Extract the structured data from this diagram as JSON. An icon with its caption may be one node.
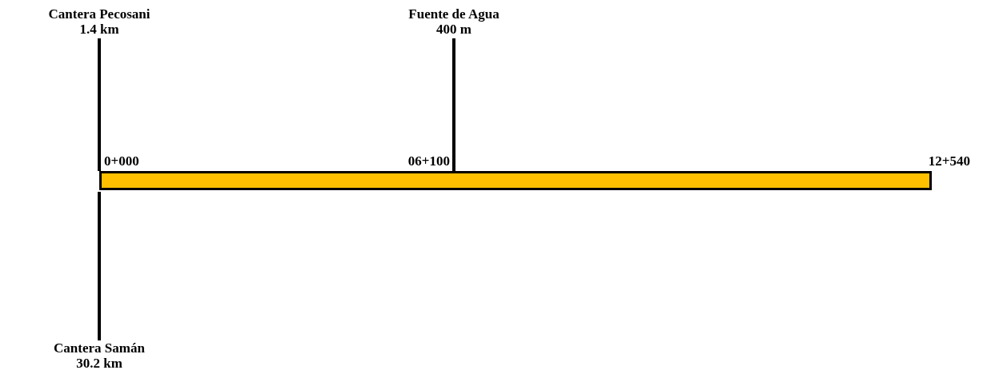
{
  "diagram": {
    "nodes": [
      {
        "text": [
          "Cantera Pecosani",
          "1.4 km"
        ]
      },
      {
        "text": [
          "Fuente de Agua",
          "400 m"
        ]
      },
      {
        "text": [
          "Cantera Samán",
          "30.2 km"
        ]
      },
      {
        "text": [],
        "shape": "bar"
      }
    ],
    "edges": [
      {
        "from": 0,
        "to": 3,
        "arrow": "none"
      },
      {
        "from": 1,
        "to": 3,
        "arrow": "none"
      },
      {
        "from": 3,
        "to": 2,
        "arrow": "none"
      }
    ],
    "labels": [
      "0+000",
      "06+100",
      "12+540"
    ]
  }
}
